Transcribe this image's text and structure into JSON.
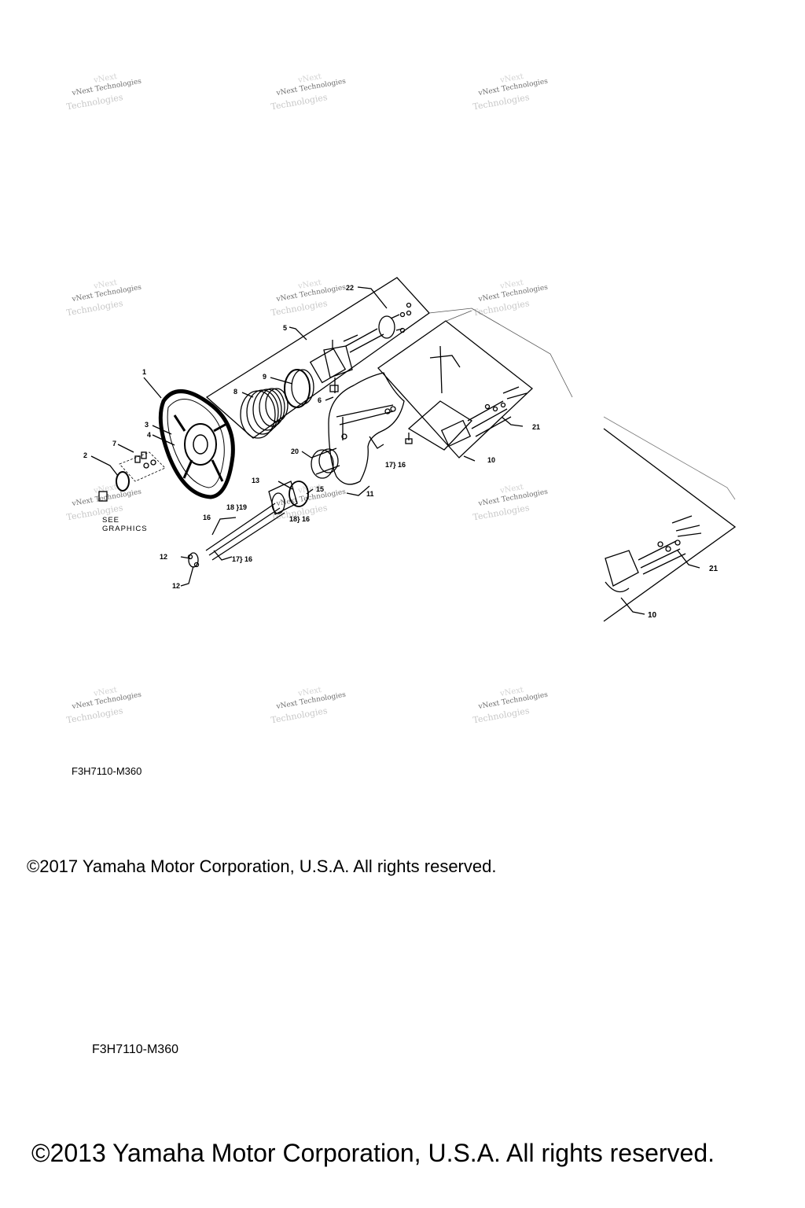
{
  "watermark": {
    "line1": "vNext Technologies",
    "line2": "Technologies",
    "line3": "vNext"
  },
  "callouts": [
    "22",
    "5",
    "1",
    "9",
    "8",
    "6",
    "3",
    "4",
    "7",
    "2",
    "20",
    "13",
    "15",
    "11",
    "17",
    "16",
    "10",
    "21",
    "18",
    "19",
    "12"
  ],
  "labels": {
    "l17_16_a": "17} 16",
    "l18_19": "18 }19",
    "l18_16": "18} 16",
    "l17_16_b": "17} 16",
    "see_graphics": [
      "SEE",
      "GRAPHICS"
    ]
  },
  "footer": {
    "code_1": "F3H7110-M360",
    "copyright_1": "©2017 Yamaha Motor Corporation, U.S.A. All rights reserved.",
    "code_2": "F3H7110-M360",
    "copyright_2": "©2013 Yamaha Motor Corporation, U.S.A. All rights reserved."
  }
}
